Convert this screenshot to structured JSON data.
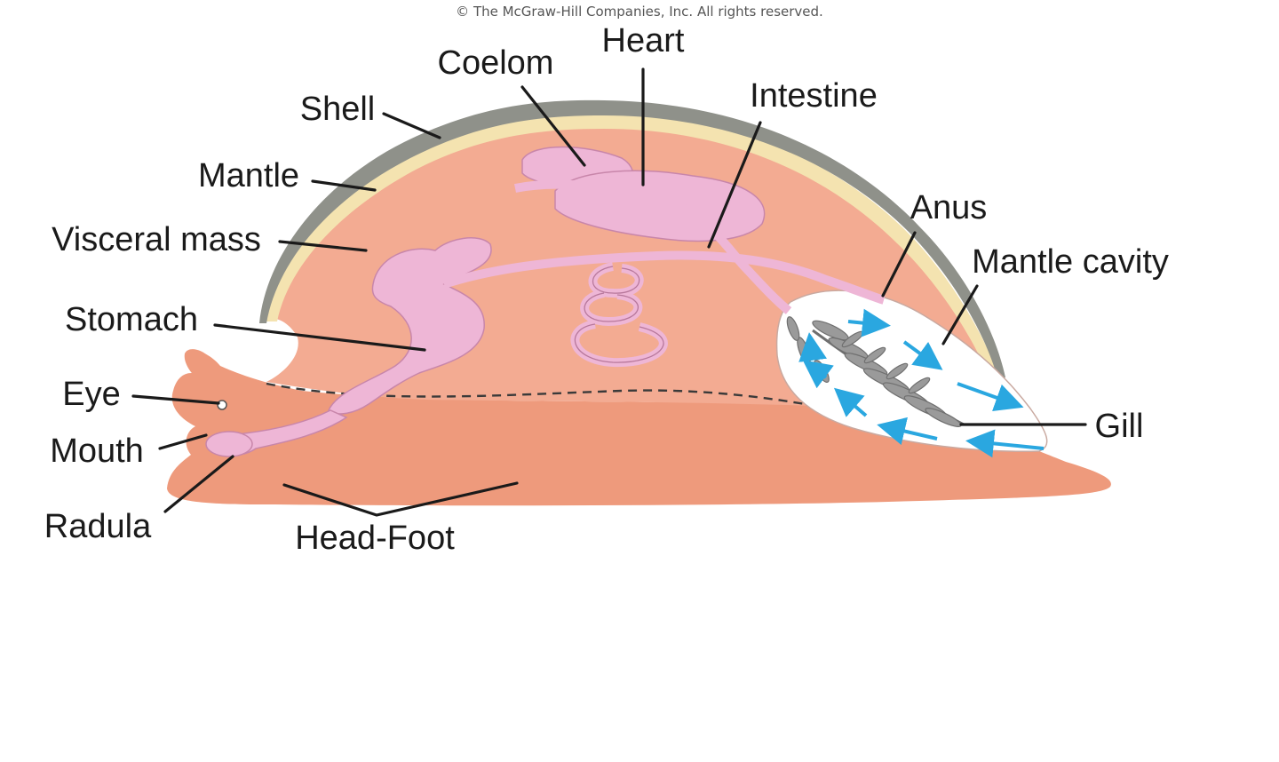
{
  "copyright": "© The McGraw-Hill Companies, Inc. All rights reserved.",
  "labels": {
    "heart": "Heart",
    "coelom": "Coelom",
    "intestine": "Intestine",
    "shell": "Shell",
    "mantle": "Mantle",
    "visceral_mass": "Visceral mass",
    "anus": "Anus",
    "mantle_cavity": "Mantle cavity",
    "stomach": "Stomach",
    "eye": "Eye",
    "mouth": "Mouth",
    "radula": "Radula",
    "gill": "Gill",
    "head_foot": "Head-Foot"
  },
  "colors": {
    "shell": "#8f918a",
    "mantle": "#f4e3b0",
    "visceral_mass": "#f3ab92",
    "head_foot": "#ee9a7c",
    "organs": "#eeb6d6",
    "mantle_cavity": "#ffffff",
    "water_flow_arrows": "#2aa7e0"
  }
}
